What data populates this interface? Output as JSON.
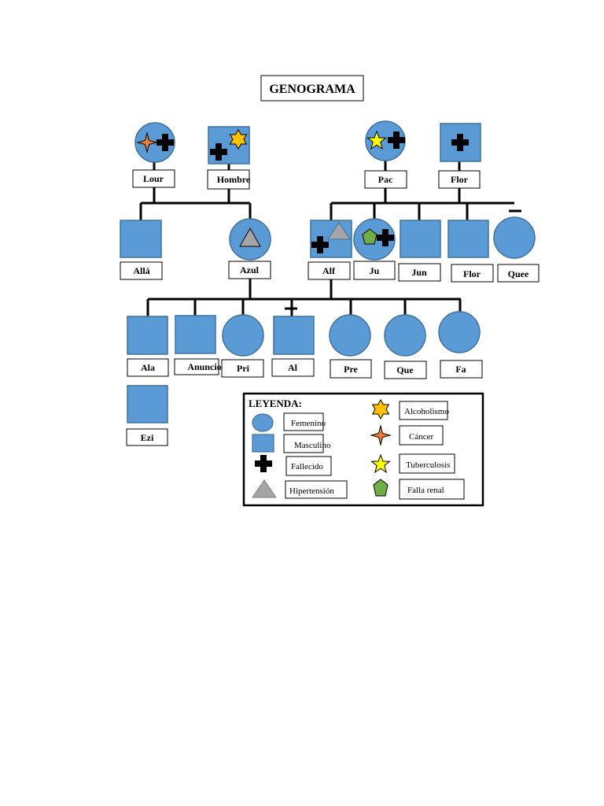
{
  "title": "GENOGRAMA",
  "colors": {
    "shape_fill": "#5b9bd5",
    "shape_stroke": "#41719c",
    "line": "#000000",
    "deceased": "#000000",
    "hypertension": "#a5a5a5",
    "alcoholism": "#ffc000",
    "cancer": "#ed7d31",
    "tuberculosis": "#ffff00",
    "renal": "#70ad47"
  },
  "people": {
    "lour": "Lour",
    "hombre": "Hombre",
    "pac": "Pac",
    "flor1": "Flor",
    "alla": "Allá",
    "azul": "Azul",
    "alf": "Alf",
    "ju": "Ju",
    "jun": "Jun",
    "flor2": "Flor",
    "quee": "Quee",
    "ala": "Ala",
    "anuncio": "Anuncio",
    "pri": "Pri",
    "al": "Al",
    "pre": "Pre",
    "que": "Que",
    "fa": "Fa",
    "ezi": "Ezi"
  },
  "legend": {
    "title": "LEYENDA:",
    "femenino": "Femenino",
    "masculino": "Masculino",
    "fallecido": "Fallecido",
    "hipertension": "Hipertensión",
    "alcoholismo": "Alcoholismo",
    "cancer": "Cáncer",
    "tuberculosis": "Tuberculosis",
    "falla_renal": "Falla renal"
  }
}
